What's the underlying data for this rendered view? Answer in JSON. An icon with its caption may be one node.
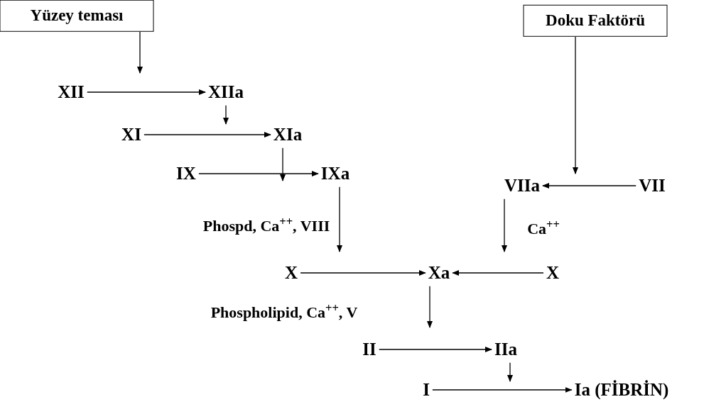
{
  "diagram": {
    "nodes": [
      {
        "text": [
          "Yüzey teması"
        ]
      },
      {
        "text": [
          "Doku Faktörü"
        ]
      },
      {
        "text": [
          "XII"
        ]
      },
      {
        "text": [
          "XIIa"
        ]
      },
      {
        "text": [
          "XI"
        ]
      },
      {
        "text": [
          "XIa"
        ]
      },
      {
        "text": [
          "IX"
        ]
      },
      {
        "text": [
          "IXa"
        ]
      },
      {
        "text": [
          "VIIa"
        ]
      },
      {
        "text": [
          "VII"
        ]
      },
      {
        "text": [
          "X"
        ]
      },
      {
        "text": [
          "Xa"
        ]
      },
      {
        "text": [
          "X"
        ]
      },
      {
        "text": [
          "II"
        ]
      },
      {
        "text": [
          "IIa"
        ]
      },
      {
        "text": [
          "I"
        ]
      },
      {
        "text": [
          "Ia (FİBRİN)"
        ]
      }
    ],
    "edges": [
      {
        "from": 0,
        "to": null,
        "arrow": "to"
      },
      {
        "from": 2,
        "to": 3,
        "arrow": "to"
      },
      {
        "from": 3,
        "to": null,
        "arrow": "to"
      },
      {
        "from": 4,
        "to": 5,
        "arrow": "to"
      },
      {
        "from": 5,
        "to": null,
        "arrow": "to"
      },
      {
        "from": 6,
        "to": 7,
        "arrow": "to"
      },
      {
        "from": 7,
        "to": null,
        "arrow": "to",
        "label": "Phospd, Ca$^{++}$, VIII"
      },
      {
        "from": 1,
        "to": null,
        "arrow": "to"
      },
      {
        "from": 9,
        "to": 8,
        "arrow": "to"
      },
      {
        "from": 8,
        "to": null,
        "arrow": "to",
        "label": "Ca$^{++}$"
      },
      {
        "from": 10,
        "to": 11,
        "arrow": "to"
      },
      {
        "from": 12,
        "to": 11,
        "arrow": "to"
      },
      {
        "from": 11,
        "to": null,
        "arrow": "to",
        "label": "Phospholipid, Ca$^{++}$, V"
      },
      {
        "from": 13,
        "to": 14,
        "arrow": "to"
      },
      {
        "from": 14,
        "to": null,
        "arrow": "to"
      },
      {
        "from": 15,
        "to": 16,
        "arrow": "to"
      }
    ]
  }
}
